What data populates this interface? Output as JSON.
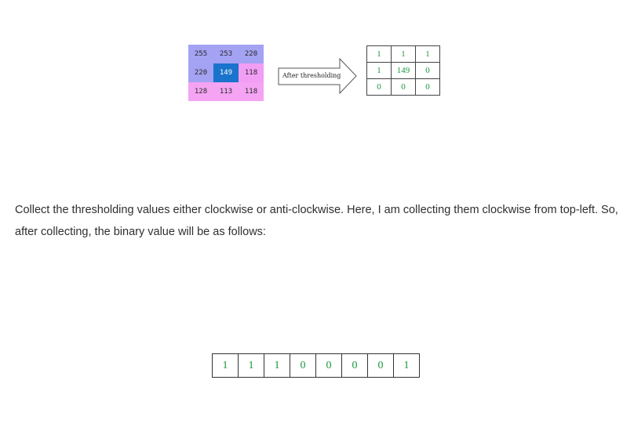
{
  "pixel_grid": {
    "rows": [
      [
        "255",
        "253",
        "220"
      ],
      [
        "220",
        "149",
        "118"
      ],
      [
        "128",
        "113",
        "118"
      ]
    ],
    "colors": {
      "high": "#a4a2f3",
      "center": "#1a73cc",
      "low": "#f29ef4"
    }
  },
  "arrow": {
    "label": "After thresholding"
  },
  "threshold_grid": {
    "rows": [
      [
        "1",
        "1",
        "1"
      ],
      [
        "1",
        "149",
        "0"
      ],
      [
        "0",
        "0",
        "0"
      ]
    ],
    "value_color": "#1a9a3a"
  },
  "description": "Collect the thresholding values either clockwise or anti-clockwise. Here, I am collecting them clockwise from top-left. So, after collecting, the binary value will be as follows:",
  "binary_value": [
    "1",
    "1",
    "1",
    "0",
    "0",
    "0",
    "0",
    "1"
  ]
}
